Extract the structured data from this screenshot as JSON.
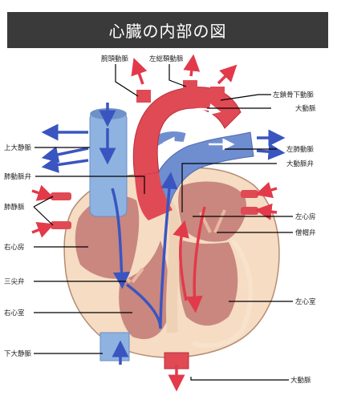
{
  "title": "心臓の内部の図",
  "labels": {
    "brachiocephalic_artery": "腕頭動脈",
    "left_common_carotid": "左総頚動脈",
    "left_subclavian": "左鎖骨下動脈",
    "aorta_top": "大動脈",
    "superior_vena_cava": "上大静脈",
    "pulmonary_artery": "左肺動脈",
    "aortic_valve": "大動脈弁",
    "pulmonary_valve": "肺動脈弁",
    "pulmonary_veins": "肺静脈",
    "left_atrium": "左心房",
    "mitral_valve": "僧帽弁",
    "right_atrium": "右心房",
    "tricuspid_valve": "三尖弁",
    "right_ventricle": "右心室",
    "left_ventricle": "左心室",
    "inferior_vena_cava": "下大静脈",
    "aorta_bottom": "大動脈"
  },
  "colors": {
    "oxygenated": "#e05060",
    "deoxygenated": "#4a62b8",
    "vein_fill": "#7fa8dc",
    "artery_fill": "#e6505a",
    "muscle": "#f3d6bc",
    "chamber": "#c8857e"
  }
}
